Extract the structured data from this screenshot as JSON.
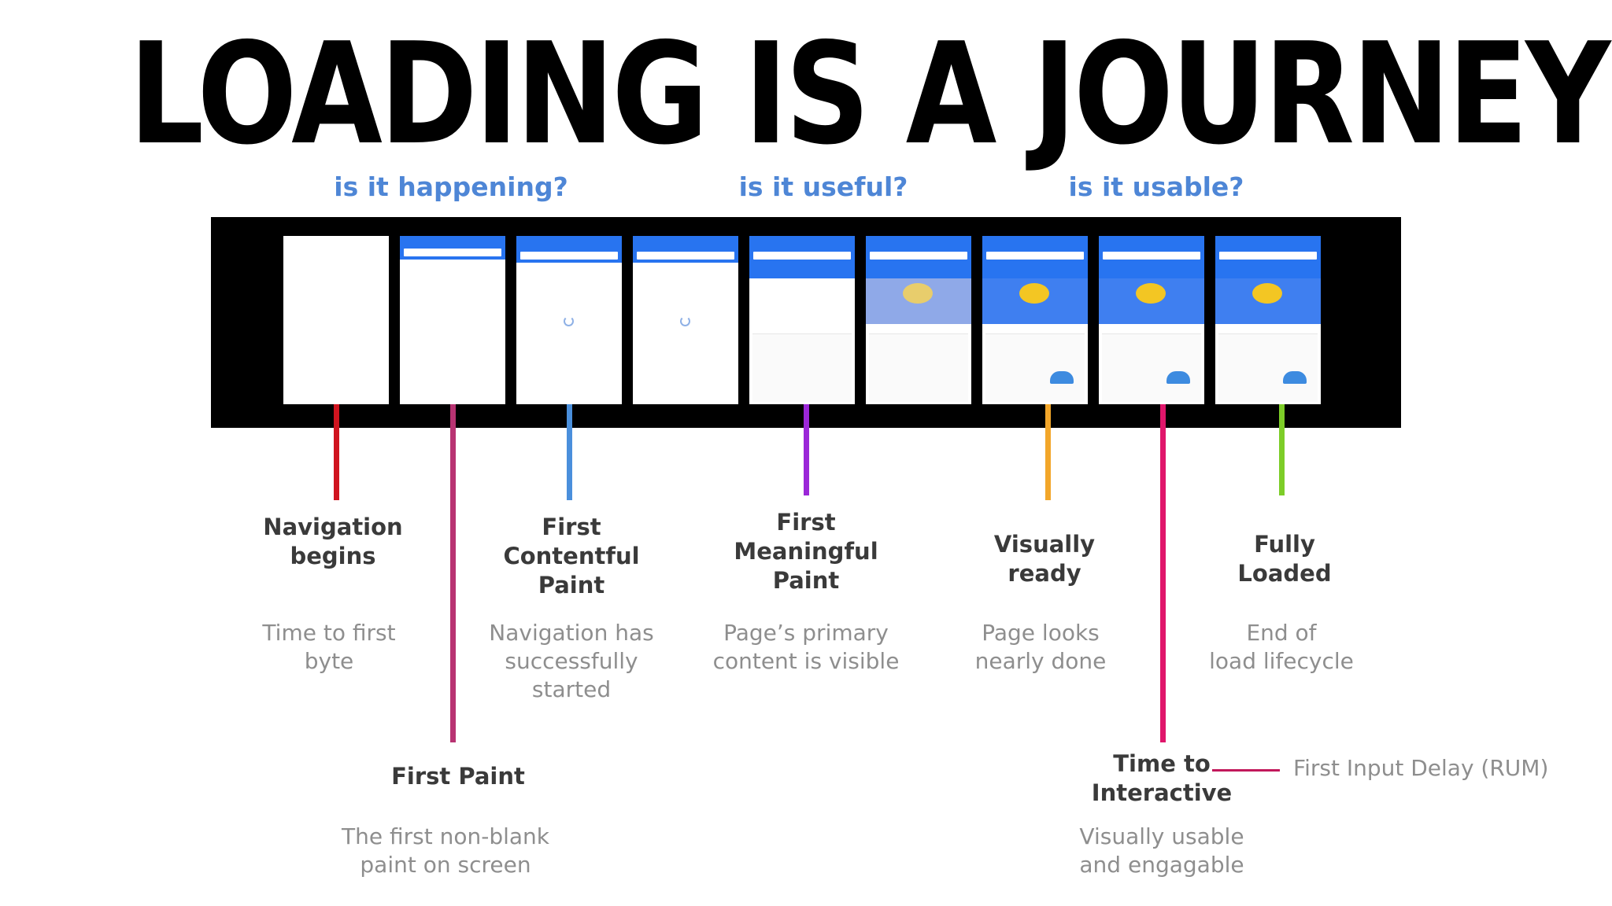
{
  "title": "LOADING IS A JOURNEY",
  "questions": [
    {
      "text": "is it happening?"
    },
    {
      "text": "is it useful?"
    },
    {
      "text": "is it usable?"
    }
  ],
  "milestones": [
    {
      "label": "Navigation\nbegins",
      "desc": "Time to first\nbyte",
      "color": "#d0141f"
    },
    {
      "label": "First Paint",
      "desc": "The first non-blank\npaint on screen",
      "color": "#b83372"
    },
    {
      "label": "First\nContentful\nPaint",
      "desc": "Navigation has\nsuccessfully\nstarted",
      "color": "#4a8fdc"
    },
    {
      "label": "First\nMeaningful\nPaint",
      "desc": "Page’s primary\ncontent is visible",
      "color": "#9b27d8"
    },
    {
      "label": "Visually\nready",
      "desc": "Page looks\nnearly done",
      "color": "#f2a62a"
    },
    {
      "label": "Time to\nInteractive",
      "desc": "Visually usable\nand engagable",
      "color": "#e0166b"
    },
    {
      "label": "Fully\nLoaded",
      "desc": "End of\nload lifecycle",
      "color": "#7dcd28"
    }
  ],
  "side_note": {
    "text": "First Input Delay (RUM)",
    "color": "#c2185b"
  },
  "question_color": "#4e86d6",
  "frames": [
    {
      "state": "blank"
    },
    {
      "state": "search-bar"
    },
    {
      "state": "spinner"
    },
    {
      "state": "spinner"
    },
    {
      "state": "partial-content"
    },
    {
      "state": "banner-loading"
    },
    {
      "state": "full"
    },
    {
      "state": "full"
    },
    {
      "state": "full"
    }
  ]
}
